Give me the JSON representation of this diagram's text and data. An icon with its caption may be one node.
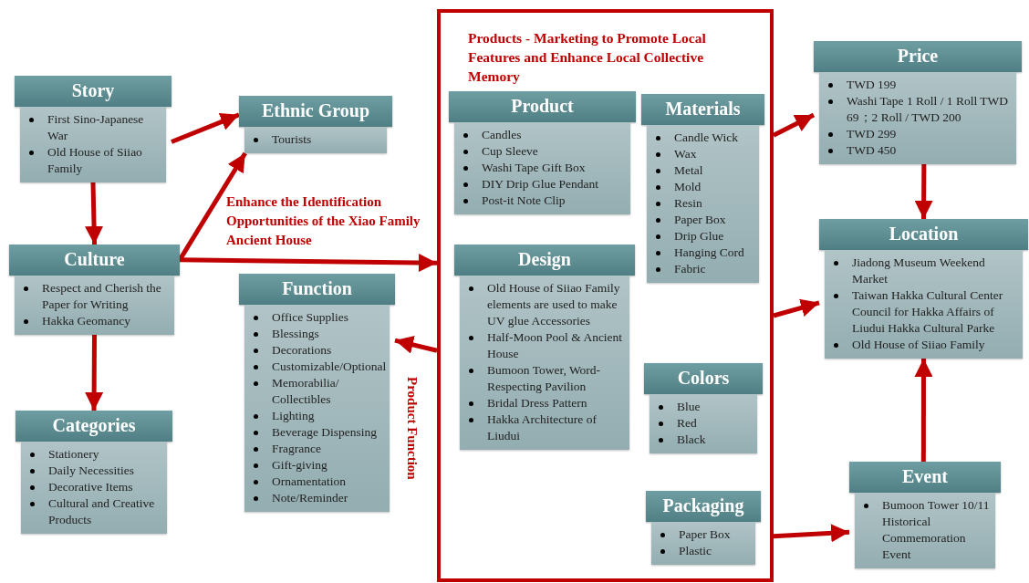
{
  "diagram": {
    "nodes": [
      {
        "text": [
          "Story",
          "First Sino-Japanese War",
          "Old House of Siiao Family"
        ]
      },
      {
        "text": [
          "Ethnic Group",
          "Tourists"
        ]
      },
      {
        "text": [
          "Culture",
          "Respect and Cherish the Paper for Writing",
          "Hakka Geomancy"
        ]
      },
      {
        "text": [
          "Function",
          "Office Supplies",
          "Blessings",
          "Decorations",
          "Customizable/Optional",
          "Memorabilia/ Collectibles",
          "Lighting",
          "Beverage Dispensing",
          "Fragrance",
          "Gift-giving",
          "Ornamentation",
          "Note/Reminder"
        ]
      },
      {
        "text": [
          "Categories",
          "Stationery",
          "Daily Necessities",
          "Decorative Items",
          "Cultural and Creative Products"
        ]
      },
      {
        "text": [
          "Products - Marketing to Promote Local Features and Enhance Local Collective Memory"
        ]
      },
      {
        "text": [
          "Product",
          "Candles",
          "Cup Sleeve",
          "Washi Tape Gift Box",
          "DIY Drip Glue Pendant",
          "Post-it Note Clip"
        ],
        "in": 5
      },
      {
        "text": [
          "Materials",
          "Candle Wick",
          "Wax",
          "Metal",
          "Mold",
          "Resin",
          "Paper Box",
          "Drip Glue",
          "Hanging Cord",
          "Fabric"
        ],
        "in": 5
      },
      {
        "text": [
          "Design",
          "Old House of Siiao Family elements are used to make UV glue Accessories",
          "Half-Moon Pool & Ancient House",
          "Bumoon Tower, Word-Respecting Pavilion",
          "Bridal Dress Pattern",
          "Hakka Architecture of Liudui"
        ],
        "in": 5
      },
      {
        "text": [
          "Colors",
          "Blue",
          "Red",
          "Black"
        ],
        "in": 5
      },
      {
        "text": [
          "Packaging",
          "Paper Box",
          "Plastic"
        ],
        "in": 5
      },
      {
        "text": [
          "Price",
          "TWD 199",
          "Washi Tape 1 Roll / 1 Roll TWD 69；2 Roll / TWD 200",
          "TWD 299",
          "TWD 450"
        ]
      },
      {
        "text": [
          "Location",
          "Jiadong Museum Weekend Market",
          "Taiwan Hakka Cultural Center Council for Hakka Affairs of Liudui Hakka Cultural Parke",
          "Old House of Siiao Family"
        ]
      },
      {
        "text": [
          "Event",
          "Bumoon Tower 10/11 Historical Commemoration Event"
        ]
      }
    ],
    "edges": [
      {
        "from": 0,
        "to": 1,
        "arrow": "to"
      },
      {
        "from": 0,
        "to": 2,
        "arrow": "to"
      },
      {
        "from": 2,
        "to": 1,
        "arrow": "to"
      },
      {
        "from": 2,
        "to": 5,
        "arrow": "to",
        "label": "Enhance the Identification Opportunities of the Xiao Family Ancient House"
      },
      {
        "from": 2,
        "to": 4,
        "arrow": "to"
      },
      {
        "from": 5,
        "to": 3,
        "arrow": "to",
        "label": "Product Function"
      },
      {
        "from": 5,
        "to": 11,
        "arrow": "to"
      },
      {
        "from": 5,
        "to": 12,
        "arrow": "to"
      },
      {
        "from": 5,
        "to": 13,
        "arrow": "to"
      },
      {
        "from": 11,
        "to": 12,
        "arrow": "to"
      },
      {
        "from": 13,
        "to": 12,
        "arrow": "to"
      }
    ]
  }
}
